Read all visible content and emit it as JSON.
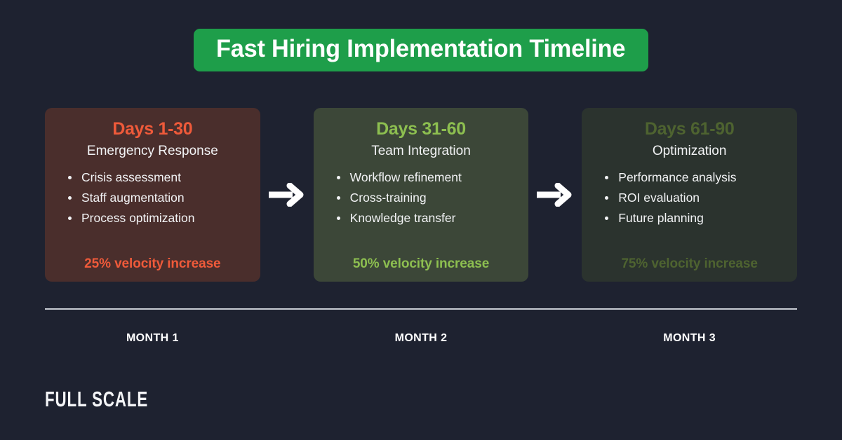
{
  "background_color": "#1e2230",
  "header": {
    "title": "Fast Hiring Implementation Timeline",
    "banner_color": "#1e9e4a",
    "title_color": "#ffffff"
  },
  "arrows": {
    "icon": "arrow-right-icon",
    "color": "#ffffff",
    "count": 2
  },
  "phases": [
    {
      "phase_label": "Days 1-30",
      "subtitle": "Emergency Response",
      "bullets": [
        "Crisis assessment",
        "Staff augmentation",
        "Process optimization"
      ],
      "metric": "25% velocity increase",
      "card_color": "#4a2e2c",
      "accent_color": "#ef5a3a",
      "month_label": "MONTH 1"
    },
    {
      "phase_label": "Days 31-60",
      "subtitle": "Team Integration",
      "bullets": [
        "Workflow refinement",
        "Cross-training",
        "Knowledge transfer"
      ],
      "metric": "50% velocity increase",
      "card_color": "#3c4738",
      "accent_color": "#8dbf50",
      "month_label": "MONTH 2"
    },
    {
      "phase_label": "Days 61-90",
      "subtitle": "Optimization",
      "bullets": [
        "Performance analysis",
        "ROI evaluation",
        "Future planning"
      ],
      "metric": "75% velocity increase",
      "card_color": "#2b332e",
      "accent_color": "#4e6330",
      "month_label": "MONTH 3"
    }
  ],
  "timeline": {
    "divider_color": "#c7cbd3"
  },
  "footer": {
    "logo_text": "FULL SCALE",
    "logo_color": "#f4f5f7"
  }
}
